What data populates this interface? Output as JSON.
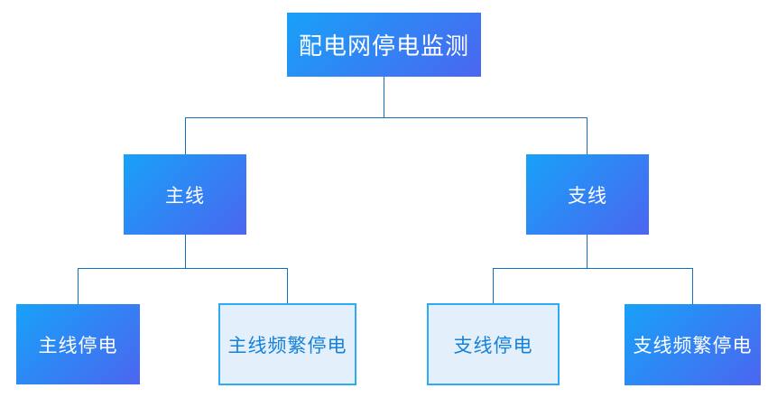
{
  "diagram": {
    "type": "tree",
    "title": "配电网停电监测",
    "root": {
      "id": "root",
      "label": "配电网停电监测",
      "style": "solid"
    },
    "level1": [
      {
        "id": "main-line",
        "label": "主线",
        "style": "solid",
        "parent": "root"
      },
      {
        "id": "branch-line",
        "label": "支线",
        "style": "solid",
        "parent": "root"
      }
    ],
    "level2": [
      {
        "id": "main-line-outage",
        "label": "主线停电",
        "style": "solid",
        "parent": "main-line"
      },
      {
        "id": "main-line-frequent-outage",
        "label": "主线频繁停电",
        "style": "outline",
        "parent": "main-line"
      },
      {
        "id": "branch-line-outage",
        "label": "支线停电",
        "style": "outline",
        "parent": "branch-line"
      },
      {
        "id": "branch-line-frequent-outage",
        "label": "支线频繁停电",
        "style": "solid",
        "parent": "branch-line"
      }
    ],
    "colors": {
      "node_gradient_start": "#18a1f8",
      "node_gradient_end": "#4b66f0",
      "node_text": "#ffffff",
      "outline_background": "#e3effb",
      "outline_border": "#2caaf6",
      "outline_text": "#1681d9",
      "connector": "#1470bd",
      "background": "#ffffff"
    }
  }
}
